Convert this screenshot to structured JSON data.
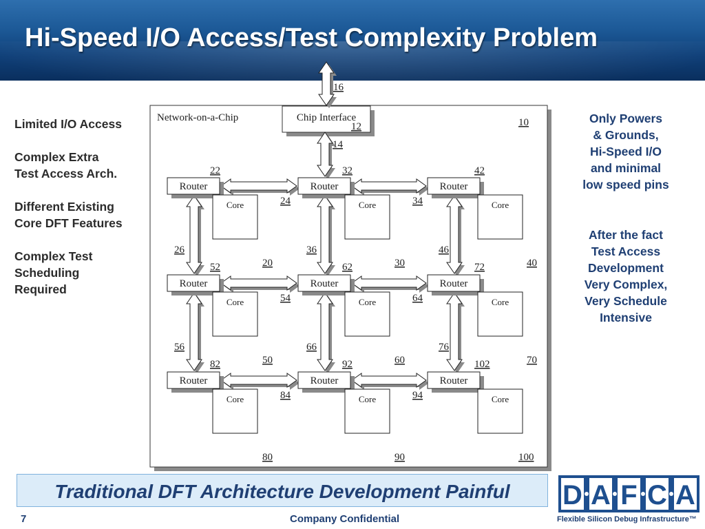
{
  "title": "Hi-Speed I/O Access/Test Complexity Problem",
  "left_notes": [
    "Limited I/O Access",
    "Complex Extra\nTest Access Arch.",
    "Different Existing\nCore DFT Features",
    "Complex Test\nScheduling\nRequired"
  ],
  "right_notes": [
    "Only Powers\n& Grounds,\nHi-Speed I/O\nand minimal\nlow speed pins",
    "After the fact\nTest Access\nDevelopment\nVery Complex,\nVery Schedule\nIntensive"
  ],
  "diagram": {
    "noc_label": "Network-on-a-Chip",
    "chip_interface_label": "Chip Interface",
    "router_label": "Router",
    "core_label": "Core",
    "numbers": {
      "n16": "16",
      "n12": "12",
      "n14": "14",
      "n10": "10",
      "n22": "22",
      "n32": "32",
      "n42": "42",
      "n24": "24",
      "n34": "34",
      "n26": "26",
      "n36": "36",
      "n46": "46",
      "n20": "20",
      "n30": "30",
      "n40": "40",
      "n52": "52",
      "n62": "62",
      "n72": "72",
      "n54": "54",
      "n64": "64",
      "n56": "56",
      "n66": "66",
      "n76": "76",
      "n50": "50",
      "n60": "60",
      "n70": "70",
      "n82": "82",
      "n92": "92",
      "n102": "102",
      "n84": "84",
      "n94": "94",
      "n80": "80",
      "n90": "90",
      "n100": "100"
    }
  },
  "banner": "Traditional DFT Architecture Development Painful",
  "footer": {
    "slide_number": "7",
    "confidential": "Company Confidential"
  },
  "logo": {
    "letters": [
      "D",
      "A",
      "F",
      "C",
      "A"
    ],
    "tagline": "Flexible Silicon Debug Infrastructure™"
  },
  "colors": {
    "header_blue": "#1d5a98",
    "text_blue": "#1f3f73",
    "banner_bg": "#dcecf9",
    "logo_blue": "#1e4f8f"
  }
}
